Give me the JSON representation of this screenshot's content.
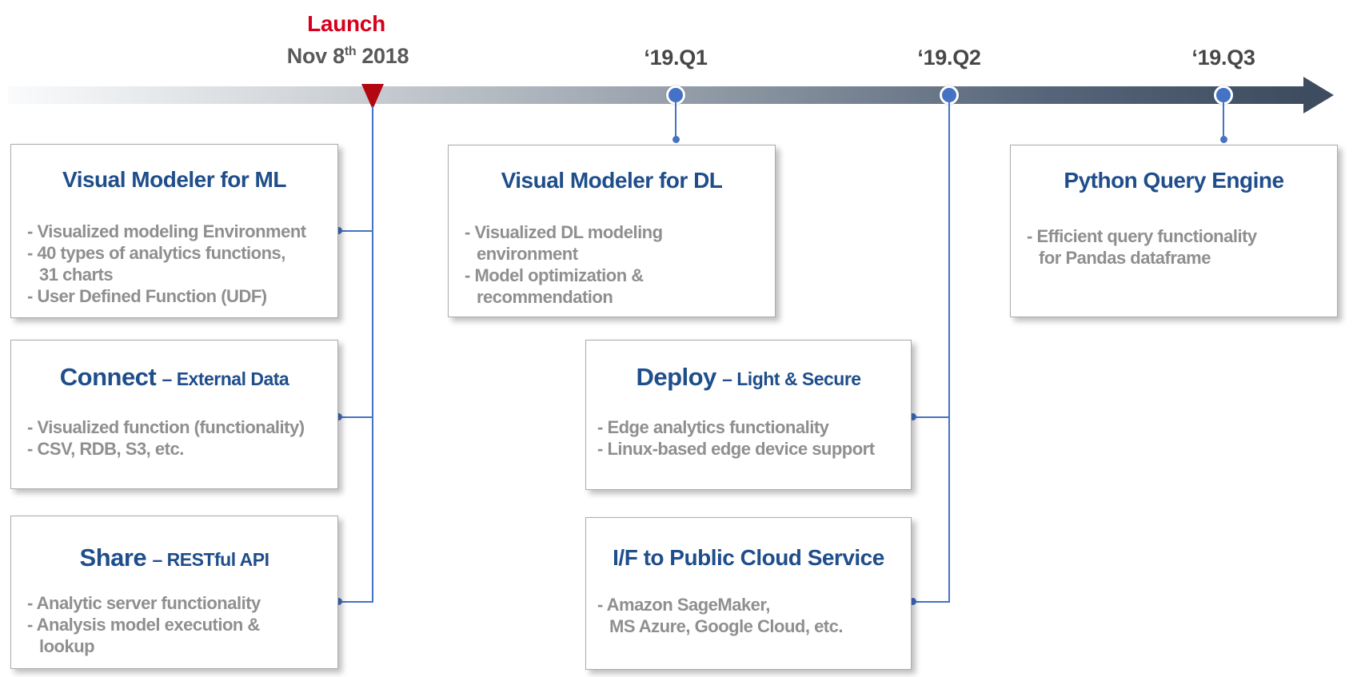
{
  "timeline": {
    "launch_label": "Launch",
    "launch_date_day": "Nov 8",
    "launch_date_sup": "th",
    "launch_date_year": "2018",
    "milestones": [
      {
        "label": "‘19.Q1"
      },
      {
        "label": "‘19.Q2"
      },
      {
        "label": "‘19.Q3"
      }
    ]
  },
  "boxes": [
    {
      "title": "Visual Modeler for ML",
      "lines": [
        "- Visualized modeling Environment",
        "- 40 types of analytics functions,",
        "31 charts",
        "- User Defined Function (UDF)"
      ]
    },
    {
      "title": "Connect",
      "subtitle": "– External Data",
      "lines": [
        "- Visualized function (functionality)",
        "- CSV, RDB, S3, etc."
      ]
    },
    {
      "title": "Share",
      "subtitle": "– RESTful API",
      "lines": [
        "- Analytic server functionality",
        "- Analysis model execution &",
        "lookup"
      ]
    },
    {
      "title": "Visual Modeler for DL",
      "lines": [
        "- Visualized DL modeling",
        "environment",
        "- Model optimization &",
        "recommendation"
      ]
    },
    {
      "title": "Deploy",
      "subtitle": "– Light & Secure",
      "lines": [
        "- Edge analytics functionality",
        "- Linux-based edge device support"
      ]
    },
    {
      "title": "I/F to Public Cloud Service",
      "lines": [
        "- Amazon SageMaker,",
        "MS Azure, Google Cloud, etc."
      ]
    },
    {
      "title": "Python Query Engine",
      "lines": [
        "- Efficient query functionality",
        "for Pandas dataframe"
      ]
    }
  ],
  "colors": {
    "title_navy": "#1f4e8b",
    "body_gray": "#8f8f8f",
    "launch_red": "#d6001c",
    "marker_red": "#b20710",
    "connector_blue": "#4472c4",
    "timeline_dark": "#3e4c60",
    "box_border": "#ababab"
  }
}
